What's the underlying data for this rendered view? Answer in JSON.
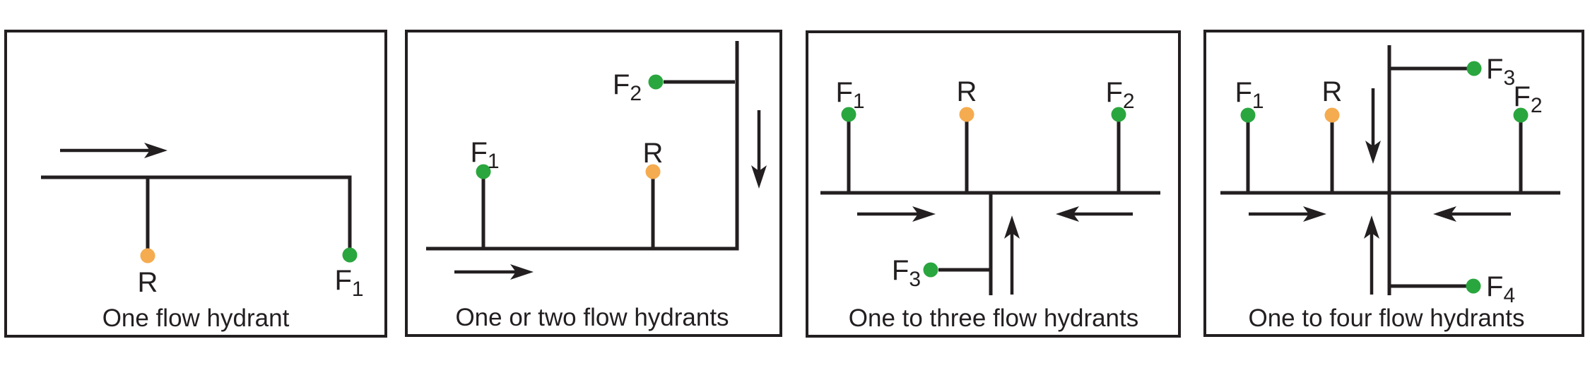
{
  "colors": {
    "residual_hydrant": "#F5AB4F",
    "flow_hydrant": "#2AA63E",
    "pipe_line": "#231F20",
    "panel_border": "#231F20",
    "background": "#FFFFFF"
  },
  "panels": [
    {
      "caption": "One flow hydrant",
      "hydrants": {
        "R": {
          "label": "R",
          "type": "residual"
        },
        "F1": {
          "base": "F",
          "sub": "1",
          "type": "flow"
        }
      }
    },
    {
      "caption": "One or two flow hydrants",
      "hydrants": {
        "F1": {
          "base": "F",
          "sub": "1",
          "type": "flow"
        },
        "R": {
          "label": "R",
          "type": "residual"
        },
        "F2": {
          "base": "F",
          "sub": "2",
          "type": "flow"
        }
      }
    },
    {
      "caption": "One to three flow hydrants",
      "hydrants": {
        "F1": {
          "base": "F",
          "sub": "1",
          "type": "flow"
        },
        "R": {
          "label": "R",
          "type": "residual"
        },
        "F2": {
          "base": "F",
          "sub": "2",
          "type": "flow"
        },
        "F3": {
          "base": "F",
          "sub": "3",
          "type": "flow"
        }
      }
    },
    {
      "caption": "One to four flow hydrants",
      "hydrants": {
        "F1": {
          "base": "F",
          "sub": "1",
          "type": "flow"
        },
        "R": {
          "label": "R",
          "type": "residual"
        },
        "F2": {
          "base": "F",
          "sub": "2",
          "type": "flow"
        },
        "F3": {
          "base": "F",
          "sub": "3",
          "type": "flow"
        },
        "F4": {
          "base": "F",
          "sub": "4",
          "type": "flow"
        }
      }
    }
  ]
}
